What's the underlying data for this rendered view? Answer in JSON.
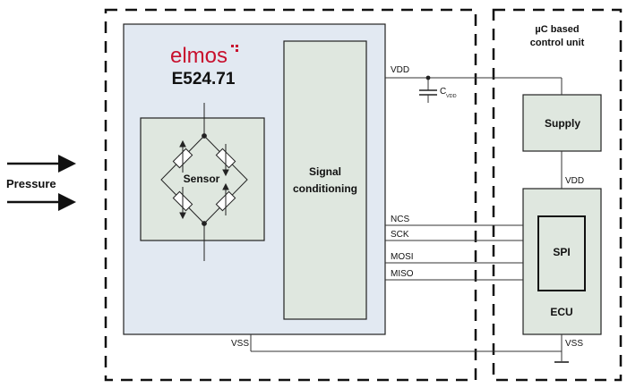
{
  "brand": {
    "logo_text": "elmos",
    "part_number": "E524.71"
  },
  "colors": {
    "chip_fill": "#e2e9f2",
    "block_fill": "#dfe7df",
    "logo_red": "#c8102e",
    "line": "#333333"
  },
  "labels": {
    "pressure": "Pressure",
    "sensor": "Sensor",
    "signal_line1": "Signal",
    "signal_line2": "conditioning",
    "mcu_line1": "µC based",
    "mcu_line2": "control unit",
    "supply": "Supply",
    "spi": "SPI",
    "ecu": "ECU",
    "vdd_top": "VDD",
    "vdd_ecu": "VDD",
    "cap_main": "C",
    "cap_sub": "VDD",
    "vss_left": "VSS",
    "vss_right": "VSS"
  },
  "bus_signals": [
    "NCS",
    "SCK",
    "MOSI",
    "MISO"
  ]
}
